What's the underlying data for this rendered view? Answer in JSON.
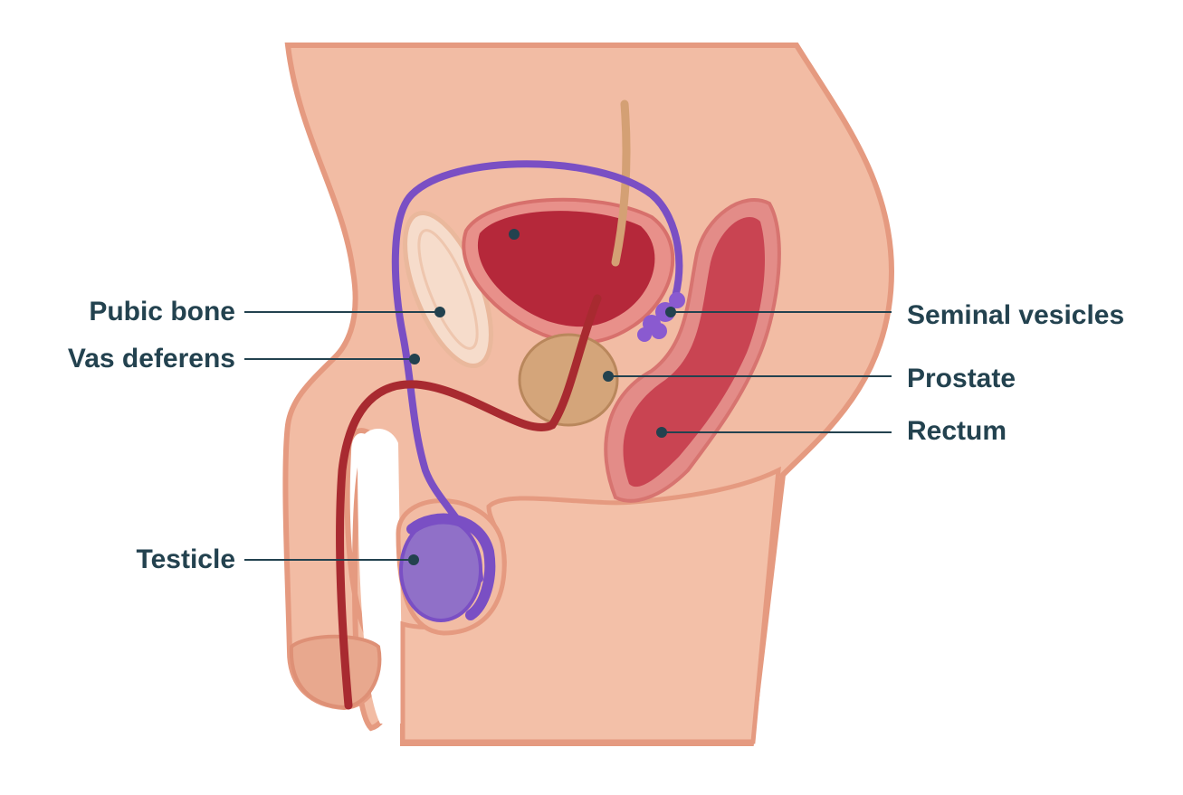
{
  "diagram": {
    "labels": {
      "pubic_bone": "Pubic bone",
      "vas_deferens": "Vas deferens",
      "testicle": "Testicle",
      "seminal_vesicles": "Seminal vesicles",
      "prostate": "Prostate",
      "rectum": "Rectum"
    },
    "colors": {
      "label_text": "#23424f",
      "skin": "#f2bca4",
      "skin_outline": "#e59a80",
      "vas_deferens": "#7a4fc4",
      "urethra": "#a82a30",
      "bladder": "#b5283a",
      "prostate": "#d4a57a",
      "rectum": "#c94452",
      "testicle": "#9070c8"
    }
  }
}
